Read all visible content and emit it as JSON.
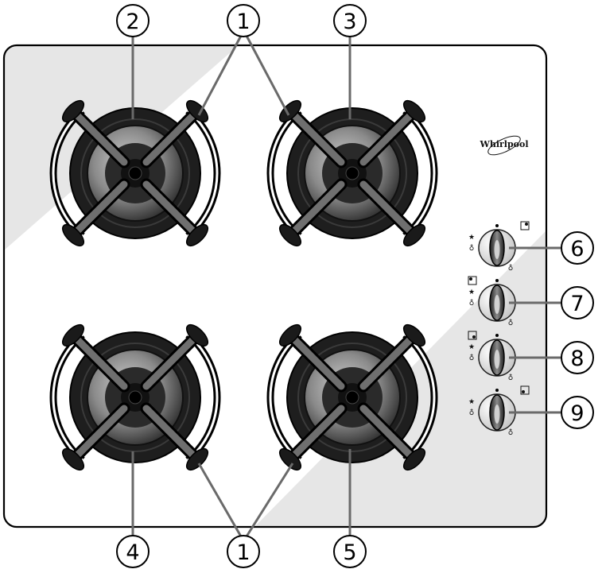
{
  "brand": {
    "name": "Whirlpool"
  },
  "callouts": {
    "grid_top": "1",
    "grid_bottom": "1",
    "burner_top_left": "2",
    "burner_top_right": "3",
    "burner_bottom_left": "4",
    "burner_bottom_right": "5",
    "knob_1": "6",
    "knob_2": "7",
    "knob_3": "8",
    "knob_4": "9"
  },
  "knob_symbols": {
    "flame": "★",
    "ignite": "♁"
  },
  "colors": {
    "hob_panel": "#ffffff",
    "hob_glass_shade": "#e6e6e6",
    "burner_dark": "#1e1e1e",
    "grid_grey": "#6f6f6f",
    "outline": "#000000"
  }
}
